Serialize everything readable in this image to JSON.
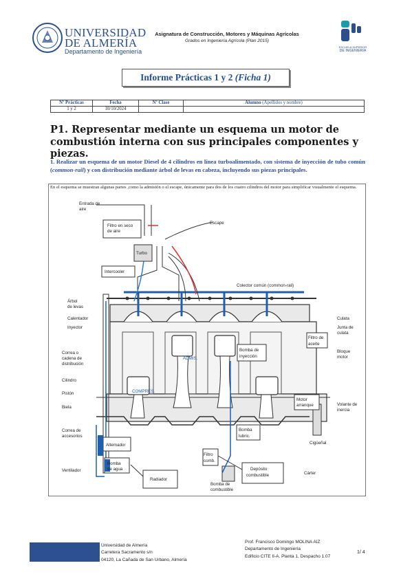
{
  "header": {
    "university_line1": "UNIVERSIDAD",
    "university_line2": "DE ALMERÍA",
    "department": "Departamento de Ingeniería",
    "subject": "Asignatura de Construcción, Motores y Máquinas Agrícolas",
    "degree": "Grados en Ingeniería Agrícola (Plan 2015)",
    "eii_line1": "ESCUELA SUPERIOR",
    "eii_line2": "DE INGENIERÍA",
    "colors": {
      "brand_blue": "#2a4f8c",
      "eii_teal": "#1e9aa8"
    }
  },
  "title": {
    "main": "Informe Prácticas 1 y 2 ",
    "italic": "(Ficha 1)"
  },
  "info_table": {
    "headers": [
      "Nº Prácticas",
      "Fecha",
      "Nº Clase",
      "Alumno",
      "(Apellidos y nombre)"
    ],
    "values": [
      "1 y 2",
      "10/10/2024",
      "",
      ""
    ]
  },
  "section": {
    "title": "P1. Representar mediante un esquema un motor de combustión interna con sus principales componentes y piezas.",
    "subtitle_a": "1. Realizar un esquema de un motor Diesel de 4 cilindros en línea turboalimentado, con sistema de inyección de tubo común (",
    "subtitle_b": "common-rail",
    "subtitle_c": ") y con distribución mediante árbol de levas en cabeza, incluyendo sus piezas principales.",
    "caption": "En el esquema se muestran algunas partes ,como la admisión o el escape, únicamente para dos de los cuatro cilindros del motor para simplificar visualmente el esquema."
  },
  "diagram_labels": {
    "entrada_aire": [
      "Entrada de",
      "aire"
    ],
    "filtro": [
      "Filtro en seco",
      "de aire"
    ],
    "escape": "Escape",
    "turbo": "Turbo",
    "intercooler": "Intercooler",
    "colector": "Colector común (common-rail)",
    "arbol": [
      "Árbol",
      "de levas"
    ],
    "calentador": "Calentador",
    "inyector": "Inyector",
    "culata": "Culata",
    "junta": [
      "Junta de",
      "culata"
    ],
    "filtro_aceite": [
      "Filtro de",
      "aceite"
    ],
    "bomba_iny": [
      "Bomba de",
      "inyección"
    ],
    "bloque": [
      "Bloque",
      "motor"
    ],
    "correa_dist": [
      "Correa o",
      "cadena de",
      "distribución"
    ],
    "cilindro": "Cilindro",
    "piston": "Pistón",
    "biela": "Biela",
    "motor_arranque": [
      "Motor",
      "arranque"
    ],
    "volante": [
      "Volante de",
      "inercia"
    ],
    "correa_acc": [
      "Correa de",
      "accesorios"
    ],
    "bomba_lubric": [
      "Bomba",
      "lubric."
    ],
    "alternador": "Alternador",
    "ciguenal": "Cigüeñal",
    "filtro_comb": [
      "Filtro",
      "comb."
    ],
    "ventilador": "Ventilador",
    "bomba_agua": [
      "Bomba",
      "de agua"
    ],
    "radiador": "Radiador",
    "deposito": [
      "Depósito",
      "combustible"
    ],
    "carter": "Cárter",
    "bomba_comb": [
      "Bomba de",
      "combustible"
    ],
    "admis": "ADMIS.",
    "compres": "COMPRES."
  },
  "footer": {
    "addr1": "Universidad de Almería",
    "addr2": "Carretera Sacramento s/n",
    "addr3": "04120, La Cañada de San Urbano, Almería",
    "prof1": "Prof. Francisco Domingo MOLINA AIZ",
    "prof2": "Departamento de Ingeniería",
    "prof3": "Edificio CITE II-A. Planta 1, Despacho 1.07",
    "page": "1/ 4"
  }
}
